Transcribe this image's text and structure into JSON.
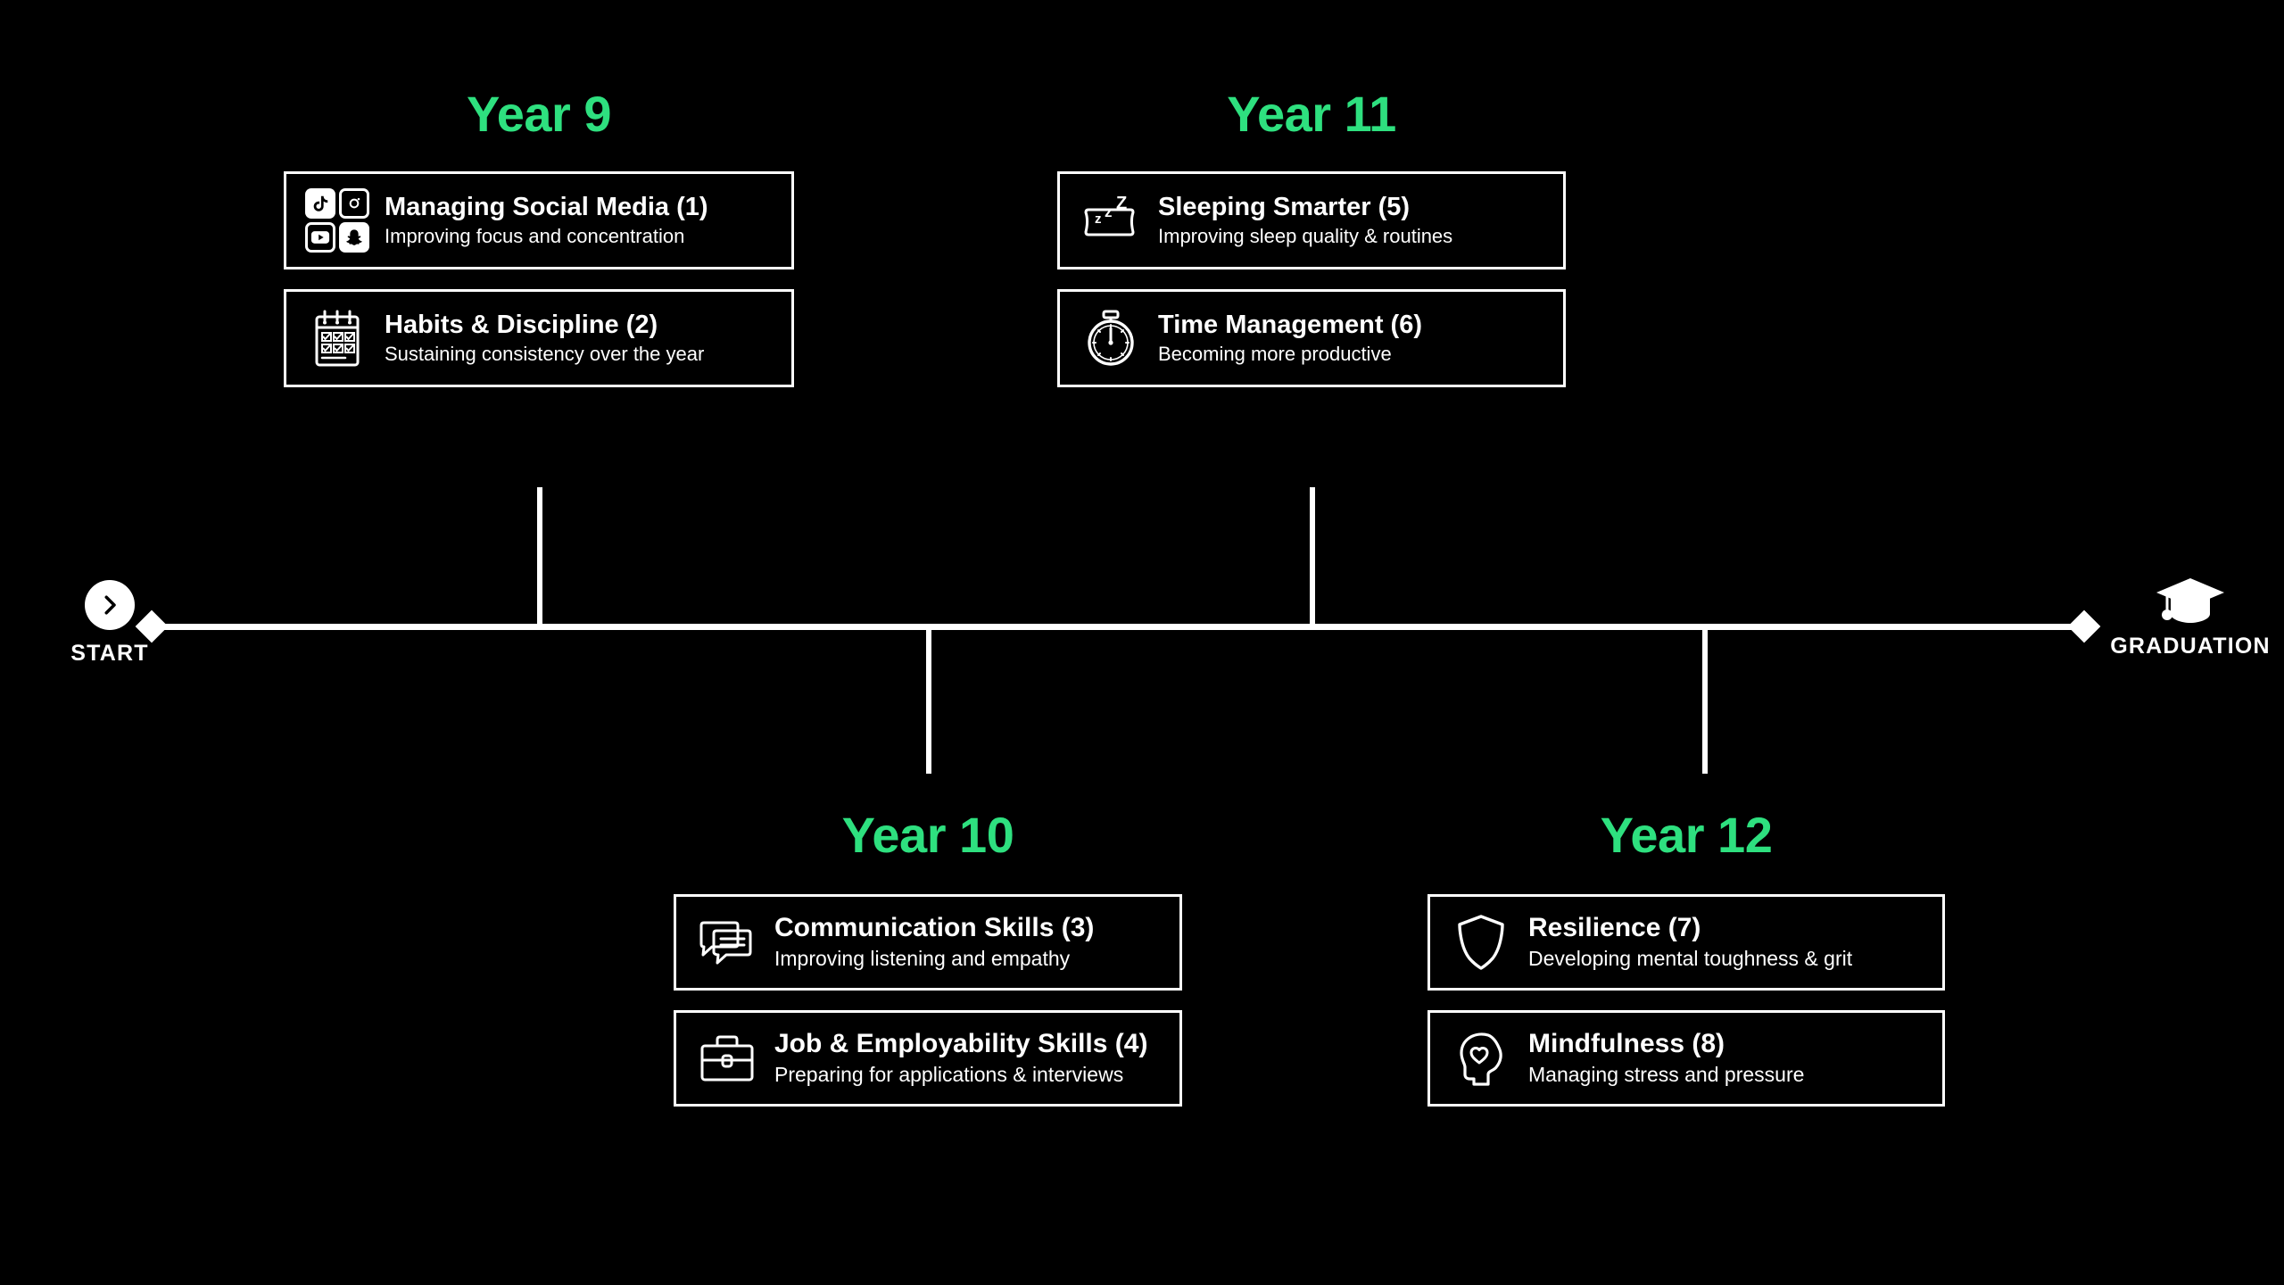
{
  "theme": {
    "background": "#000000",
    "accent_green": "#2EE07F",
    "line_color": "#FFFFFF",
    "text_color": "#FFFFFF"
  },
  "timeline": {
    "start": {
      "label": "START",
      "icon": "chevron-right-circle-icon"
    },
    "end": {
      "label": "GRADUATION",
      "icon": "graduation-cap-icon"
    }
  },
  "years": [
    {
      "id": "year-9",
      "title": "Year 9",
      "position": "top",
      "cards": [
        {
          "title": "Managing Social Media (1)",
          "subtitle": "Improving focus and concentration",
          "icon": "social-media-icons",
          "number": 1
        },
        {
          "title": "Habits & Discipline (2)",
          "subtitle": "Sustaining consistency over the year",
          "icon": "calendar-checklist-icon",
          "number": 2
        }
      ]
    },
    {
      "id": "year-10",
      "title": "Year 10",
      "position": "bottom",
      "cards": [
        {
          "title": "Communication Skills (3)",
          "subtitle": "Improving listening and empathy",
          "icon": "speech-bubbles-icon",
          "number": 3
        },
        {
          "title": "Job & Employability Skills (4)",
          "subtitle": "Preparing for applications & interviews",
          "icon": "briefcase-icon",
          "number": 4
        }
      ]
    },
    {
      "id": "year-11",
      "title": "Year 11",
      "position": "top",
      "cards": [
        {
          "title": "Sleeping Smarter (5)",
          "subtitle": "Improving sleep quality & routines",
          "icon": "pillow-zzz-icon",
          "number": 5
        },
        {
          "title": "Time Management (6)",
          "subtitle": "Becoming more productive",
          "icon": "stopwatch-icon",
          "number": 6
        }
      ]
    },
    {
      "id": "year-12",
      "title": "Year 12",
      "position": "bottom",
      "cards": [
        {
          "title": "Resilience (7)",
          "subtitle": "Developing mental toughness & grit",
          "icon": "shield-icon",
          "number": 7
        },
        {
          "title": "Mindfulness (8)",
          "subtitle": "Managing stress and pressure",
          "icon": "head-heart-icon",
          "number": 8
        }
      ]
    }
  ]
}
